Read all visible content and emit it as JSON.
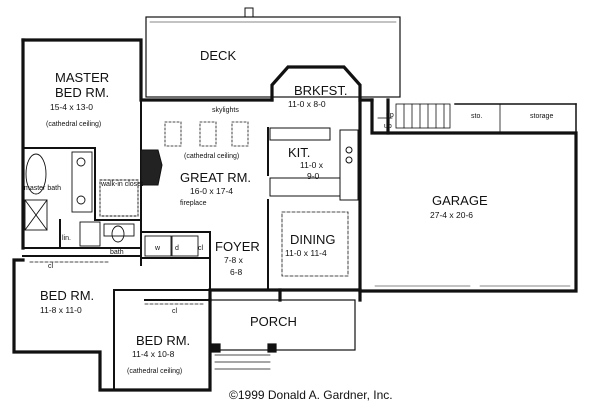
{
  "rooms": {
    "deck": {
      "name": "DECK"
    },
    "brkfst": {
      "name": "BRKFST.",
      "dims": "11-0 x 8-0"
    },
    "master": {
      "name_line1": "MASTER",
      "name_line2": "BED RM.",
      "dims": "15-4 x 13-0",
      "note": "(cathedral ceiling)"
    },
    "great": {
      "name": "GREAT RM.",
      "dims": "16-0 x 17-4",
      "note": "(cathedral ceiling)"
    },
    "kit": {
      "name": "KIT.",
      "dims_line1": "11-0 x",
      "dims_line2": "9-0"
    },
    "garage": {
      "name": "GARAGE",
      "dims": "27-4 x 20-6"
    },
    "foyer": {
      "name": "FOYER",
      "dims_line1": "7-8 x",
      "dims_line2": "6-8"
    },
    "dining": {
      "name": "DINING",
      "dims": "11-0 x 11-4"
    },
    "bed2": {
      "name": "BED RM.",
      "dims": "11-8 x 11-0"
    },
    "bed3": {
      "name": "BED RM.",
      "dims": "11-4 x 10-8",
      "note": "(cathedral ceiling)"
    },
    "porch": {
      "name": "PORCH"
    }
  },
  "small_labels": {
    "skylights": "skylights",
    "up1": "up",
    "up2": "up",
    "sto": "sto.",
    "storage": "storage",
    "master_bath": "master bath",
    "walk_in": "walk-in closet",
    "fireplace": "fireplace",
    "lin": "lin.",
    "bath": "bath",
    "w": "w",
    "d": "d",
    "cl_foyer": "cl",
    "cl_left": "cl",
    "cl_bed3": "cl"
  },
  "copyright": "©1999 Donald A. Gardner, Inc."
}
